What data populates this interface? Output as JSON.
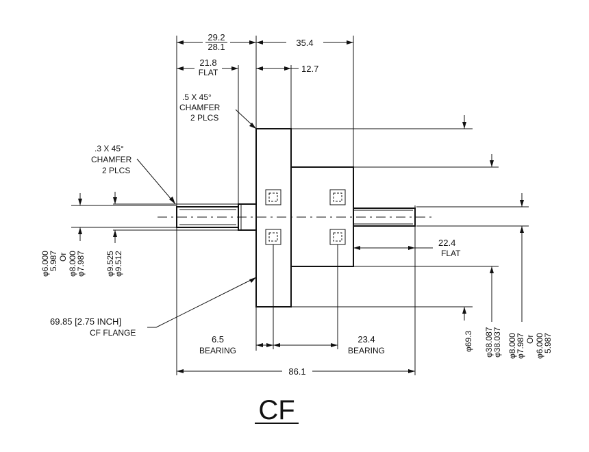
{
  "title": "CF",
  "dimensions": {
    "top_overall": [
      "29.2",
      "28.1"
    ],
    "top_right": "35.4",
    "flat_left": [
      "21.8",
      "FLAT"
    ],
    "flange_thick": "12.7",
    "bearing_left": [
      "6.5",
      "BEARING"
    ],
    "bearing_right": [
      "23.4",
      "BEARING"
    ],
    "overall_length": "86.1",
    "flat_right": [
      "22.4",
      "FLAT"
    ]
  },
  "notes": {
    "chamfer_top": [
      ".5 X 45°",
      "CHAMFER",
      "2 PLCS"
    ],
    "chamfer_left": [
      ".3 X 45°",
      "CHAMFER",
      "2 PLCS"
    ],
    "flange": [
      "69.85 [2.75 INCH]",
      "CF FLANGE"
    ]
  },
  "diameters_left": {
    "shaft": [
      "φ6.000",
      "5.987",
      "Or",
      "φ8.000",
      "φ7.987"
    ],
    "neck": [
      "φ9.525",
      "φ9.512"
    ]
  },
  "diameters_right": {
    "flange": "φ69.3",
    "body": [
      "φ38.087",
      "φ38.037"
    ],
    "shaft": [
      "φ8.000",
      "φ7.987",
      "Or",
      "φ6.000",
      "5.987"
    ]
  }
}
